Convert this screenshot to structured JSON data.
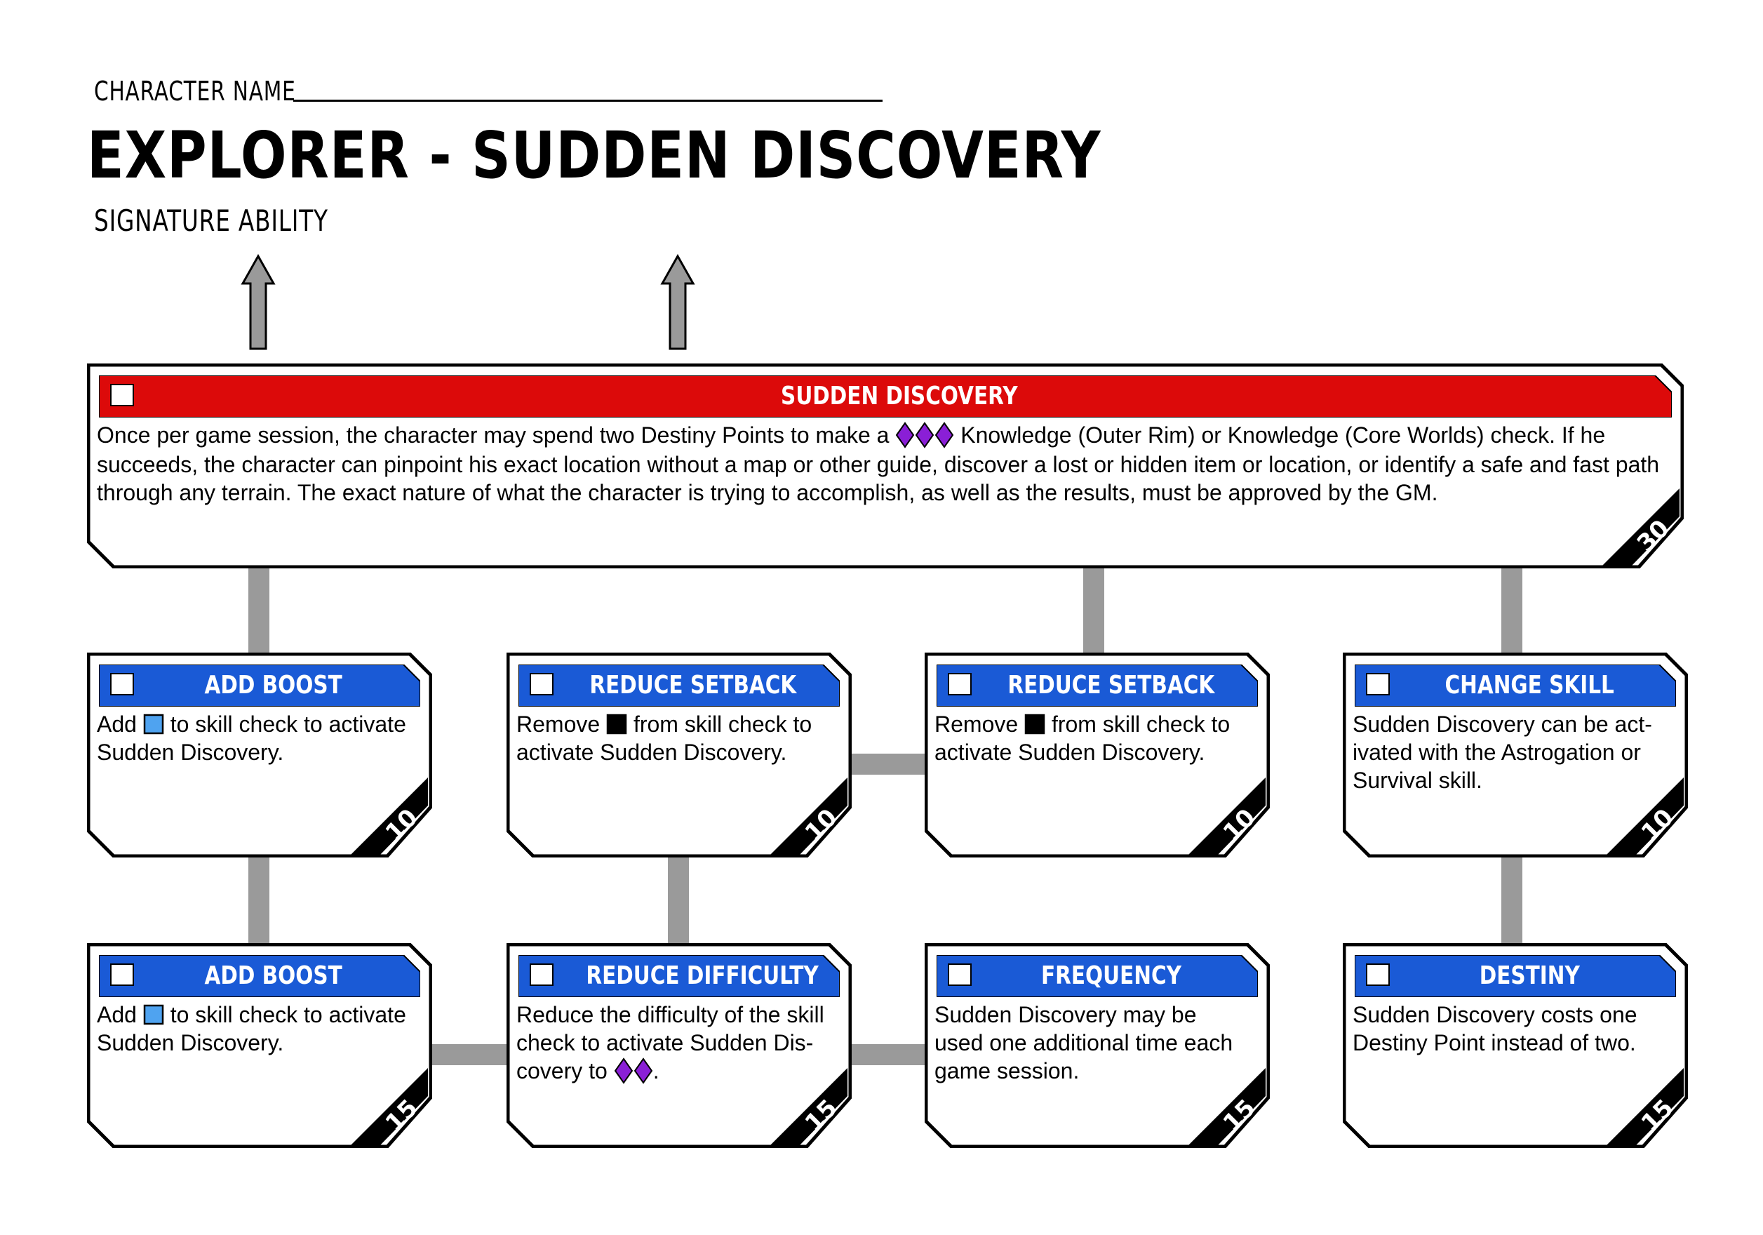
{
  "header": {
    "character_name_label": "CHARACTER NAME",
    "title": "EXPLORER - SUDDEN DISCOVERY",
    "subtitle": "SIGNATURE ABILITY"
  },
  "colors": {
    "top_banner": "#dc0a0a",
    "upgrade_banner": "#1a5ad6",
    "connector": "#9a9a9a",
    "boost_die": "#4fa3f0",
    "setback_die": "#000000",
    "difficulty_die": "#8a1fd6"
  },
  "main_card": {
    "title": "SUDDEN DISCOVERY",
    "text_before_dice": "Once per game session, the character may spend two Destiny Points to make a",
    "text_after_dice": "Knowledge (Outer Rim) or Knowledge (Core Worlds) check. If he succeeds, the character can pinpoint his exact location without a map or other guide, discover a lost or hidden item or location, or identify a safe and fast path through any terrain. The exact nature of what the character is trying to accomplish, as well as the results, must be approved by the GM.",
    "dice": "difficulty-die x3",
    "cost": "30"
  },
  "upgrades": [
    {
      "title": "ADD BOOST",
      "before": "Add",
      "icon": "boost-die-icon",
      "after": "to skill check to activate Sudden Discovery.",
      "cost": "10"
    },
    {
      "title": "REDUCE SETBACK",
      "before": "Remove",
      "icon": "setback-die-icon",
      "after": "from skill check to activate Sudden Discovery.",
      "cost": "10"
    },
    {
      "title": "REDUCE SETBACK",
      "before": "Remove",
      "icon": "setback-die-icon",
      "after": "from skill check to activate Sudden Discovery.",
      "cost": "10"
    },
    {
      "title": "CHANGE SKILL",
      "text": "Sudden Discovery can be act-ivated with the Astrogation or Survival skill.",
      "cost": "10"
    },
    {
      "title": "ADD BOOST",
      "before": "Add",
      "icon": "boost-die-icon",
      "after": "to skill check to activate Sudden Discovery.",
      "cost": "15"
    },
    {
      "title": "REDUCE DIFFICULTY",
      "before": "Reduce the difficulty of the skill check to activate Sudden Dis-covery to",
      "icon": "difficulty-die-icon x2",
      "after": ".",
      "cost": "15"
    },
    {
      "title": "FREQUENCY",
      "text": "Sudden Discovery may be used one additional time each game session.",
      "cost": "15"
    },
    {
      "title": "DESTINY",
      "text": "Sudden Discovery costs one Destiny Point instead of two.",
      "cost": "15"
    }
  ]
}
